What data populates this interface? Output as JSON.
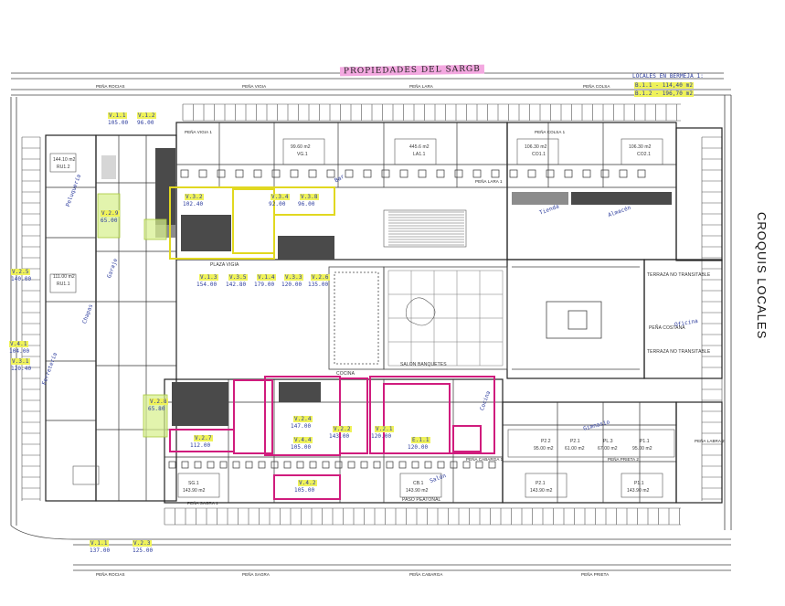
{
  "header": {
    "title": "PROPIEDADES DEL SARGB",
    "note": "LOCALES EN BERMEJA 1:",
    "note_lines": [
      "B.1.1 - 114,40 m2",
      "B.1.2 - 196,70 m2"
    ]
  },
  "side_title": "CROQUIS LOCALES",
  "streets": {
    "top": [
      "PEÑA ROCIAS",
      "PEÑA VIGIA",
      "PEÑA LARA",
      "PEÑA COLSA"
    ],
    "bottom": [
      "PEÑA ROCIAS",
      "PEÑA SAGRA",
      "PEÑA CABARGA",
      "PEÑA PRIETA"
    ],
    "inner": [
      "PEÑA SAGRA 1",
      "PEÑA CABARGA 1",
      "PEÑA PRIETA 2",
      "PEÑA LABRA 2",
      "PEÑA VIGIA 1",
      "PEÑA LARA 1",
      "PEÑA COLSA 1"
    ]
  },
  "rooms": [
    {
      "code": "VG.1",
      "area": "99.60 m2"
    },
    {
      "code": "LA1.1",
      "area": "445.6 m2"
    },
    {
      "code": "CO1.1",
      "area": "106.30 m2"
    },
    {
      "code": "CO2.1",
      "area": "106.30 m2"
    },
    {
      "code": "RU1.1",
      "area": "111.00 m2"
    },
    {
      "code": "RU1.2",
      "area": "144.10 m2"
    },
    {
      "code": "SG.1",
      "area": "143.90 m2"
    },
    {
      "code": "CB.1",
      "area": "143.90 m2"
    },
    {
      "code": "P2.1",
      "area": "143.90 m2"
    },
    {
      "code": "P1.1",
      "area": "143.90 m2"
    },
    {
      "code": "P2.2",
      "area": "95.00 m2"
    },
    {
      "code": "P2.1",
      "area": "61.00 m2"
    },
    {
      "code": "PL.3",
      "area": "67.00 m2"
    },
    {
      "code": "P1.1",
      "area": "95.00 m2"
    }
  ],
  "labels": {
    "plaza": "PLAZA VIGIA",
    "salon": "SALON BANQUETES",
    "cocina": "COCINA",
    "terraza1": "TERRAZA NO TRANSITABLE",
    "terraza2": "TERRAZA NO TRANSITABLE",
    "pasaje": "PEÑA COSTANA",
    "aparcamiento": "PASO PEATONAL"
  },
  "yellow_locals": [
    {
      "code": "V.1.1",
      "area": "105.00"
    },
    {
      "code": "V.1.2",
      "area": "96.00"
    },
    {
      "code": "V.3.2",
      "area": "102.40"
    },
    {
      "code": "V.3.4",
      "area": "92.00"
    },
    {
      "code": "V.3.8",
      "area": "96.00"
    },
    {
      "code": "V.1.3",
      "area": "154.00"
    },
    {
      "code": "V.3.5",
      "area": "142.80"
    },
    {
      "code": "V.1.4",
      "area": "179.00"
    },
    {
      "code": "V.3.3",
      "area": "120.00"
    },
    {
      "code": "V.2.6",
      "area": "135.00"
    },
    {
      "code": "V.2.5",
      "area": "140.00"
    },
    {
      "code": "V.4.1",
      "area": "104.00"
    },
    {
      "code": "V.3.1",
      "area": "120.40"
    },
    {
      "code": "V.2.7",
      "area": "112.00"
    },
    {
      "code": "V.2.4",
      "area": "147.00"
    },
    {
      "code": "V.4.4",
      "area": "105.00"
    },
    {
      "code": "V.4.2",
      "area": "105.00"
    },
    {
      "code": "E.1.1",
      "area": "120.00"
    },
    {
      "code": "V.1.1",
      "area": "137.00"
    },
    {
      "code": "V.2.3",
      "area": "125.00"
    },
    {
      "code": "V.2.2",
      "area": "143.00"
    },
    {
      "code": "V.2.1",
      "area": "120.00"
    },
    {
      "code": "V.2.8",
      "area": "65.80"
    },
    {
      "code": "V.2.9",
      "area": "65.00"
    }
  ],
  "handwritten": [
    "Peluquería",
    "Chapas",
    "Ferretería",
    "Bar",
    "Garaje",
    "Tienda",
    "Almacén",
    "Oficina",
    "Cocina",
    "Gimnasio",
    "Salón"
  ]
}
